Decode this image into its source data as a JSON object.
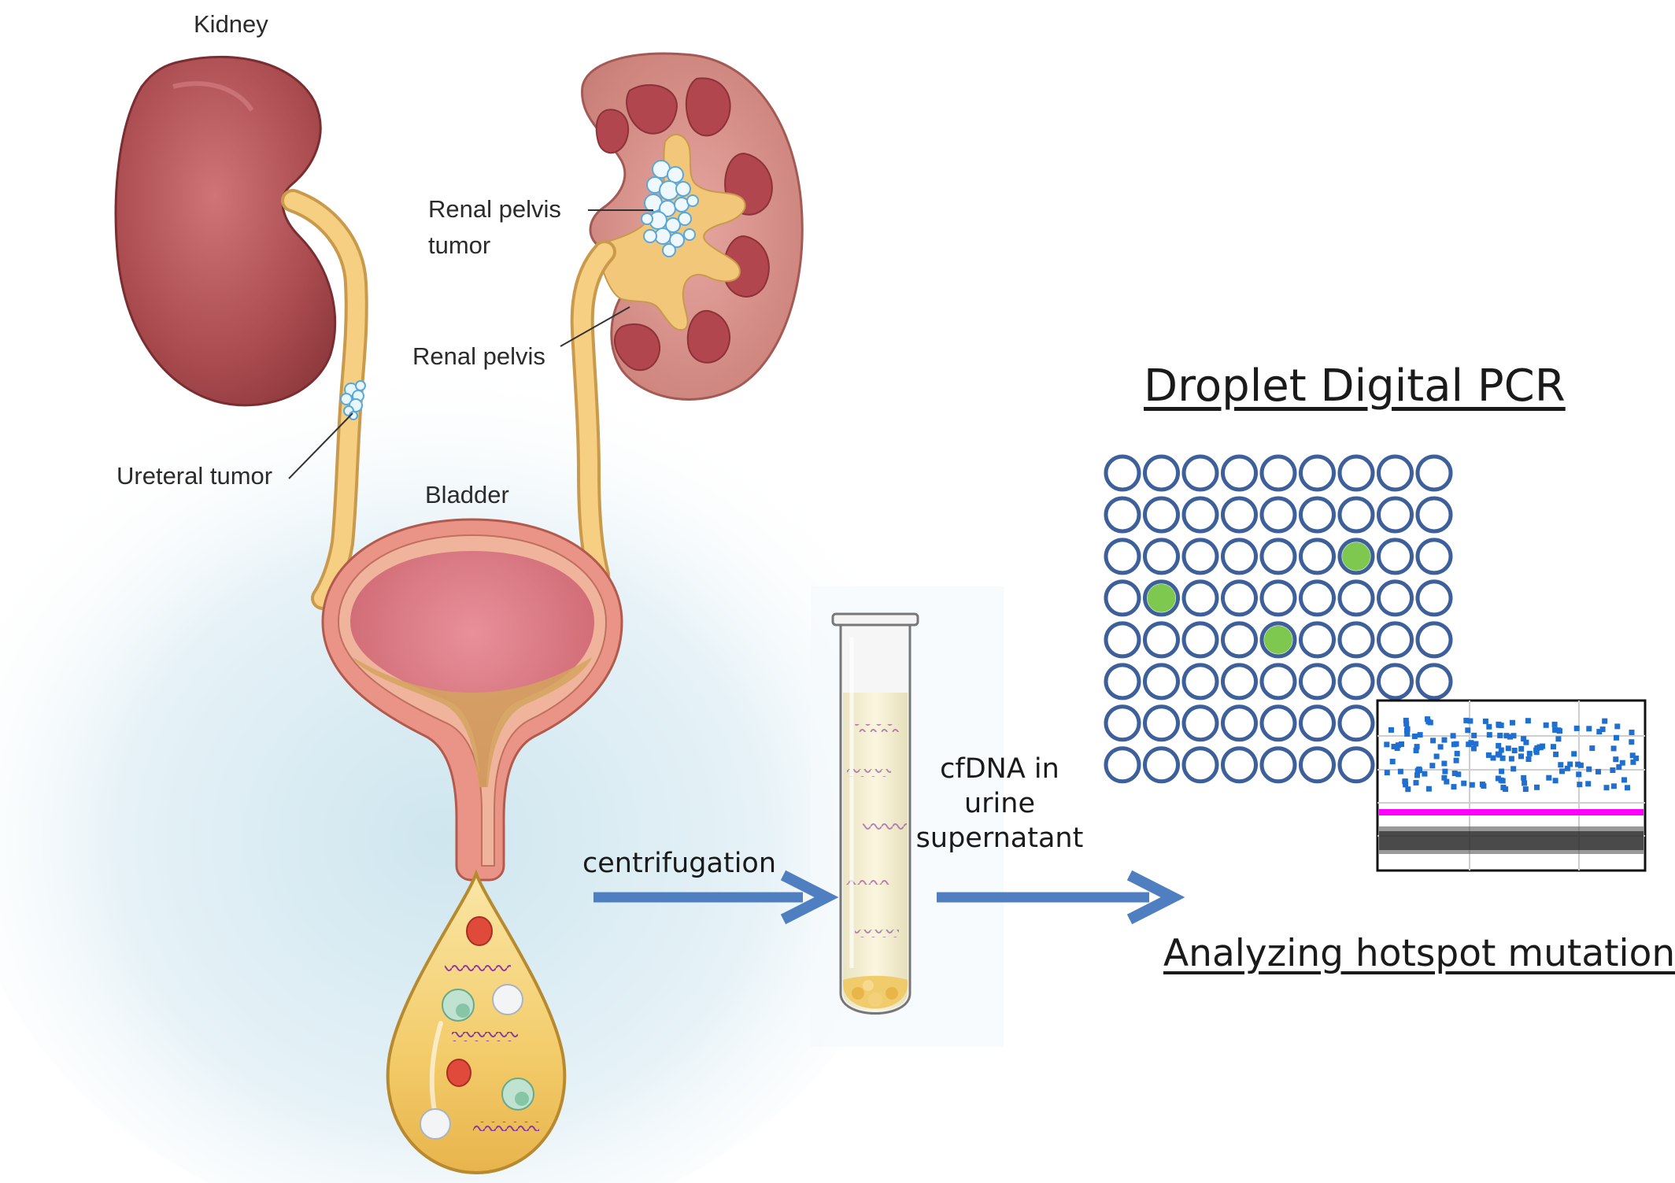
{
  "anatomy": {
    "kidney": "Kidney",
    "renal_pelvis_tumor_line1": "Renal pelvis",
    "renal_pelvis_tumor_line2": "tumor",
    "renal_pelvis": "Renal pelvis",
    "ureteral_tumor": "Ureteral tumor",
    "bladder": "Bladder"
  },
  "process": {
    "centrifugation": "centrifugation",
    "cfdna_line1": "cfDNA in",
    "cfdna_line2": "urine",
    "cfdna_line3": "supernatant"
  },
  "ddpcr": {
    "title": "Droplet Digital PCR",
    "subtitle": "Analyzing hotspot mutation",
    "grid_cols": 9,
    "grid_rows": 8,
    "positive_droplets": [
      [
        2,
        6
      ],
      [
        3,
        1
      ],
      [
        4,
        4
      ]
    ],
    "droplet_outline_color": "#3d5f9a",
    "positive_color": "#7ec850",
    "threshold_color": "#ff00ff",
    "point_color": "#1f6fd1"
  },
  "colors": {
    "arrow": "#4f7fc1",
    "kidney": "#a84a4e",
    "ureter": "#f4c879",
    "urine": "#f0c860"
  }
}
